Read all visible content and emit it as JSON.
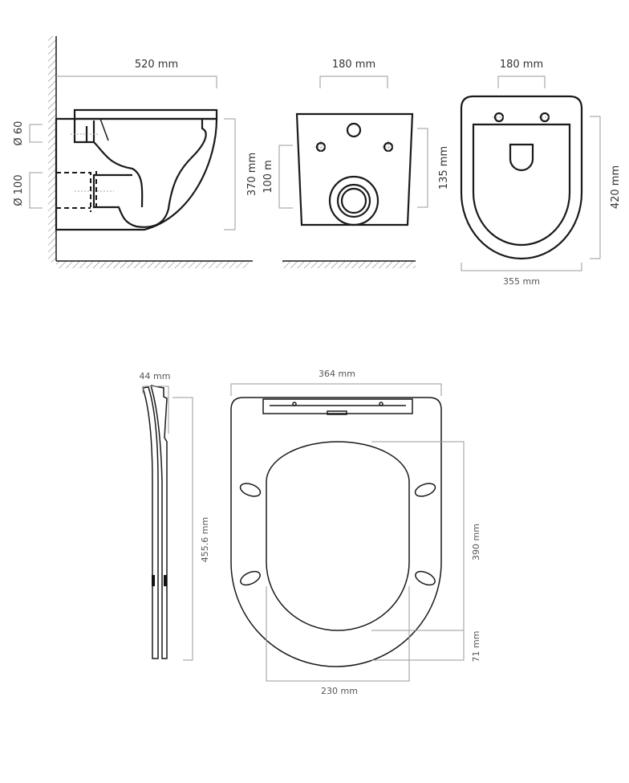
{
  "top_views": {
    "side": {
      "width": "520 mm",
      "height": "370 mm",
      "inlet_diameter": "Ø 60",
      "outlet_diameter": "Ø 100"
    },
    "back": {
      "width": "180 mm",
      "outlet_height": "100 m",
      "inlet_height": "135 mm"
    },
    "top": {
      "width": "180 mm",
      "depth": "420 mm",
      "overall_width": "355 mm"
    }
  },
  "seat_views": {
    "side": {
      "thickness": "44 mm",
      "length": "455.6 mm"
    },
    "top": {
      "width": "364 mm",
      "opening_length": "390 mm",
      "rear_offset": "71 mm",
      "opening_width": "230 mm"
    }
  }
}
